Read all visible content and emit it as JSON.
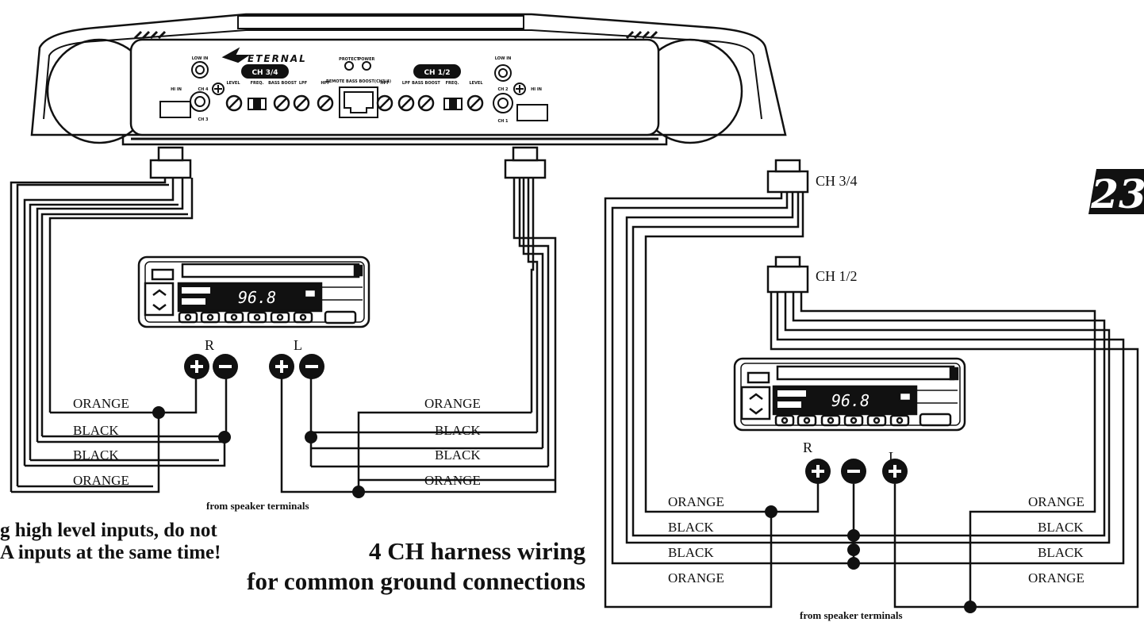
{
  "page_number": "23",
  "amplifier": {
    "brand": "ETERNAL",
    "ch34_label": "CH 3/4",
    "ch12_label": "CH 1/2",
    "protect_label": "PROTECT",
    "power_label": "POWER",
    "remote_label": "REMOTE BASS BOOST(CH3/4)",
    "low_in_label": "LOW IN",
    "hi_in_label": "HI IN",
    "ch4": "CH 4",
    "ch3": "CH 3",
    "ch2": "CH 2",
    "ch1": "CH 1",
    "controls_left": [
      "LEVEL",
      "FREQ.",
      "BASS BOOST",
      "LPF",
      "HPF"
    ],
    "controls_right": [
      "HPF",
      "LPF",
      "BASS BOOST",
      "FREQ.",
      "LEVEL"
    ]
  },
  "left_diagram": {
    "radio_display": "96.8",
    "right_label": "R",
    "left_label": "L",
    "left_wires": [
      "ORANGE",
      "BLACK",
      "BLACK",
      "ORANGE"
    ],
    "right_wires": [
      "ORANGE",
      "BLACK",
      "BLACK",
      "ORANGE"
    ],
    "terminals_caption": "from speaker terminals"
  },
  "right_diagram": {
    "ch34_label": "CH 3/4",
    "ch12_label": "CH 1/2",
    "radio_display": "96.8",
    "right_label": "R",
    "left_label": "L",
    "left_wires": [
      "ORANGE",
      "BLACK",
      "BLACK",
      "ORANGE"
    ],
    "right_wires": [
      "ORANGE",
      "BLACK",
      "BLACK",
      "ORANGE"
    ],
    "terminals_caption": "from speaker terminals"
  },
  "notes": {
    "warning_line1": "g high level inputs, do not",
    "warning_line2": "A inputs at the same time!",
    "title_line1": "4 CH harness wiring",
    "title_line2": "for common ground connections"
  }
}
